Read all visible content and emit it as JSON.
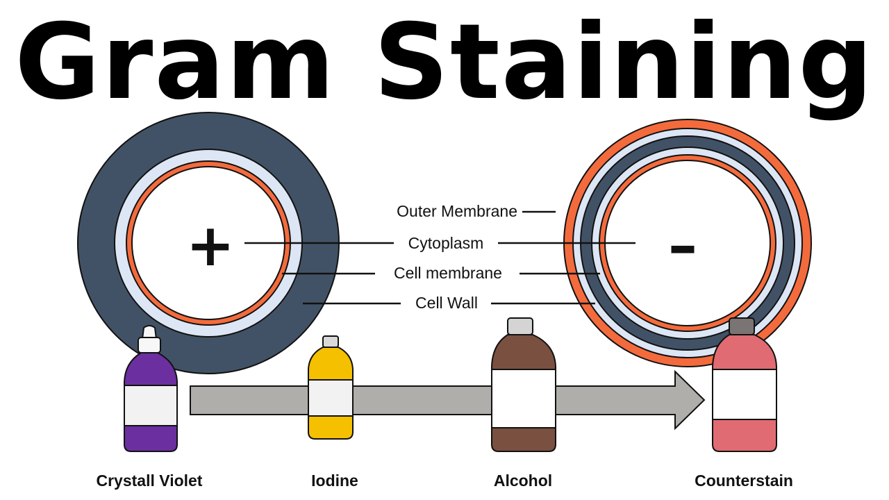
{
  "title": "Gram Staining",
  "cells": {
    "positive": {
      "sign": "+"
    },
    "negative": {
      "sign": "–"
    }
  },
  "labels": {
    "outer_membrane": "Outer Membrane",
    "cytoplasm": "Cytoplasm",
    "cell_membrane": "Cell membrane",
    "cell_wall": "Cell Wall"
  },
  "reagents": [
    {
      "name": "Crystall Violet",
      "color": "#6b2fa0"
    },
    {
      "name": "Iodine",
      "color": "#f5c000"
    },
    {
      "name": "Alcohol",
      "color": "#7a5040"
    },
    {
      "name": "Counterstain",
      "color": "#e06b72"
    }
  ],
  "colors": {
    "cell_wall": "#425266",
    "membrane": "#f36b3d",
    "periplasm": "#dde6f4",
    "arrow": "#b0aeab"
  }
}
